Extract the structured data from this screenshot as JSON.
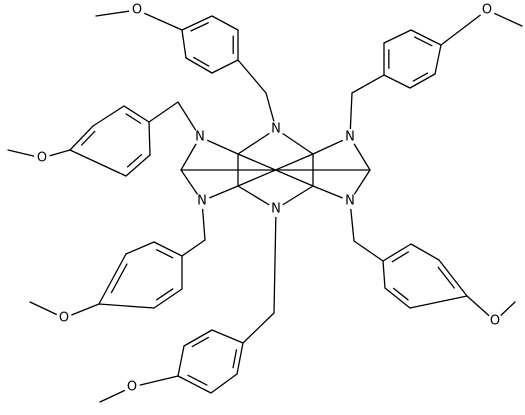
{
  "figure": {
    "background": "#ffffff",
    "bond_color": "#000000",
    "atom_labels": {
      "n1": "N",
      "n2": "N",
      "n3": "N",
      "n4": "N",
      "n5": "N",
      "n6": "N",
      "o_top": "O",
      "o_topright": "O",
      "o_left": "O",
      "o_right": "O",
      "o_bottomleft": "O",
      "o_bottom": "O"
    }
  }
}
